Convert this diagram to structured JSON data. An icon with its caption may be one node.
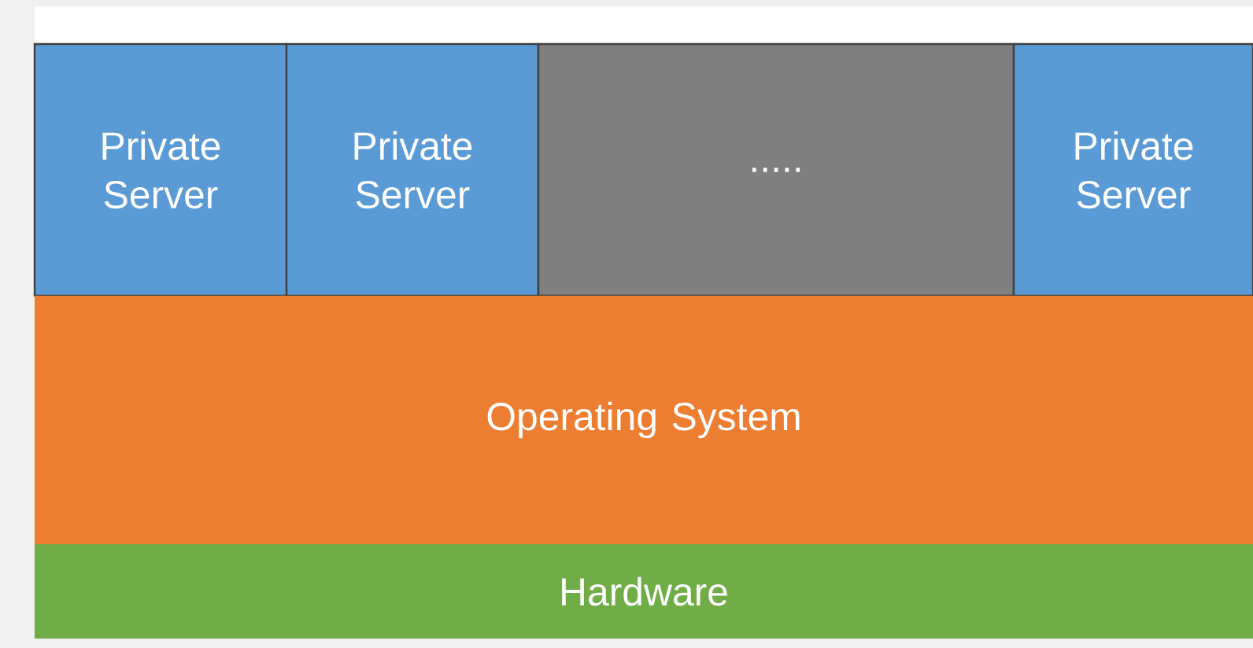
{
  "diagram": {
    "nodes": [
      {
        "text": [
          "Private Server"
        ]
      },
      {
        "text": [
          "Private Server"
        ]
      },
      {
        "text": [
          "....."
        ]
      },
      {
        "text": [
          "Private Server"
        ]
      },
      {
        "text": [
          "Operating System"
        ]
      },
      {
        "text": [
          "Hardware"
        ]
      }
    ]
  }
}
